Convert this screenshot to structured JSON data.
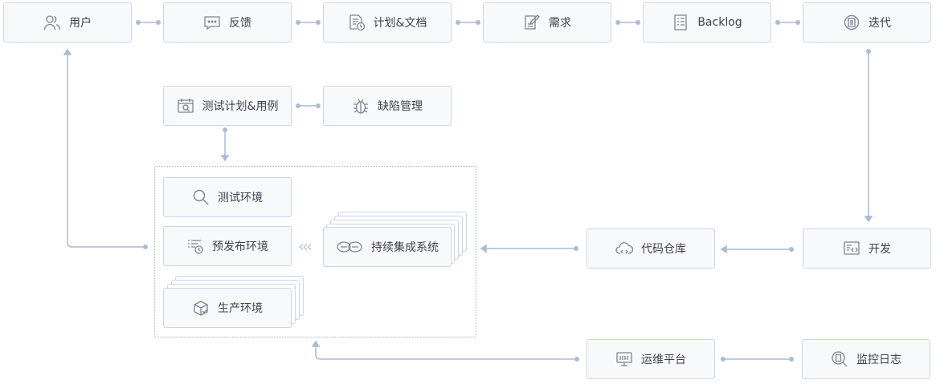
{
  "nodes": {
    "user": "用户",
    "feedback": "反馈",
    "plan_docs": "计划&文档",
    "requirements": "需求",
    "backlog": "Backlog",
    "iteration": "迭代",
    "test_plan": "测试计划&用例",
    "defect_mgmt": "缺陷管理",
    "test_env": "测试环境",
    "preprod_env": "预发布环境",
    "prod_env": "生产环境",
    "ci_system": "持续集成系统",
    "code_repo": "代码仓库",
    "development": "开发",
    "ops_platform": "运维平台",
    "monitoring_logs": "监控日志"
  },
  "colors": {
    "line": "#a9bcd6",
    "box_border": "#c8d6ea",
    "box_fill": "#f8f9fb",
    "icon": "#7a8493"
  }
}
